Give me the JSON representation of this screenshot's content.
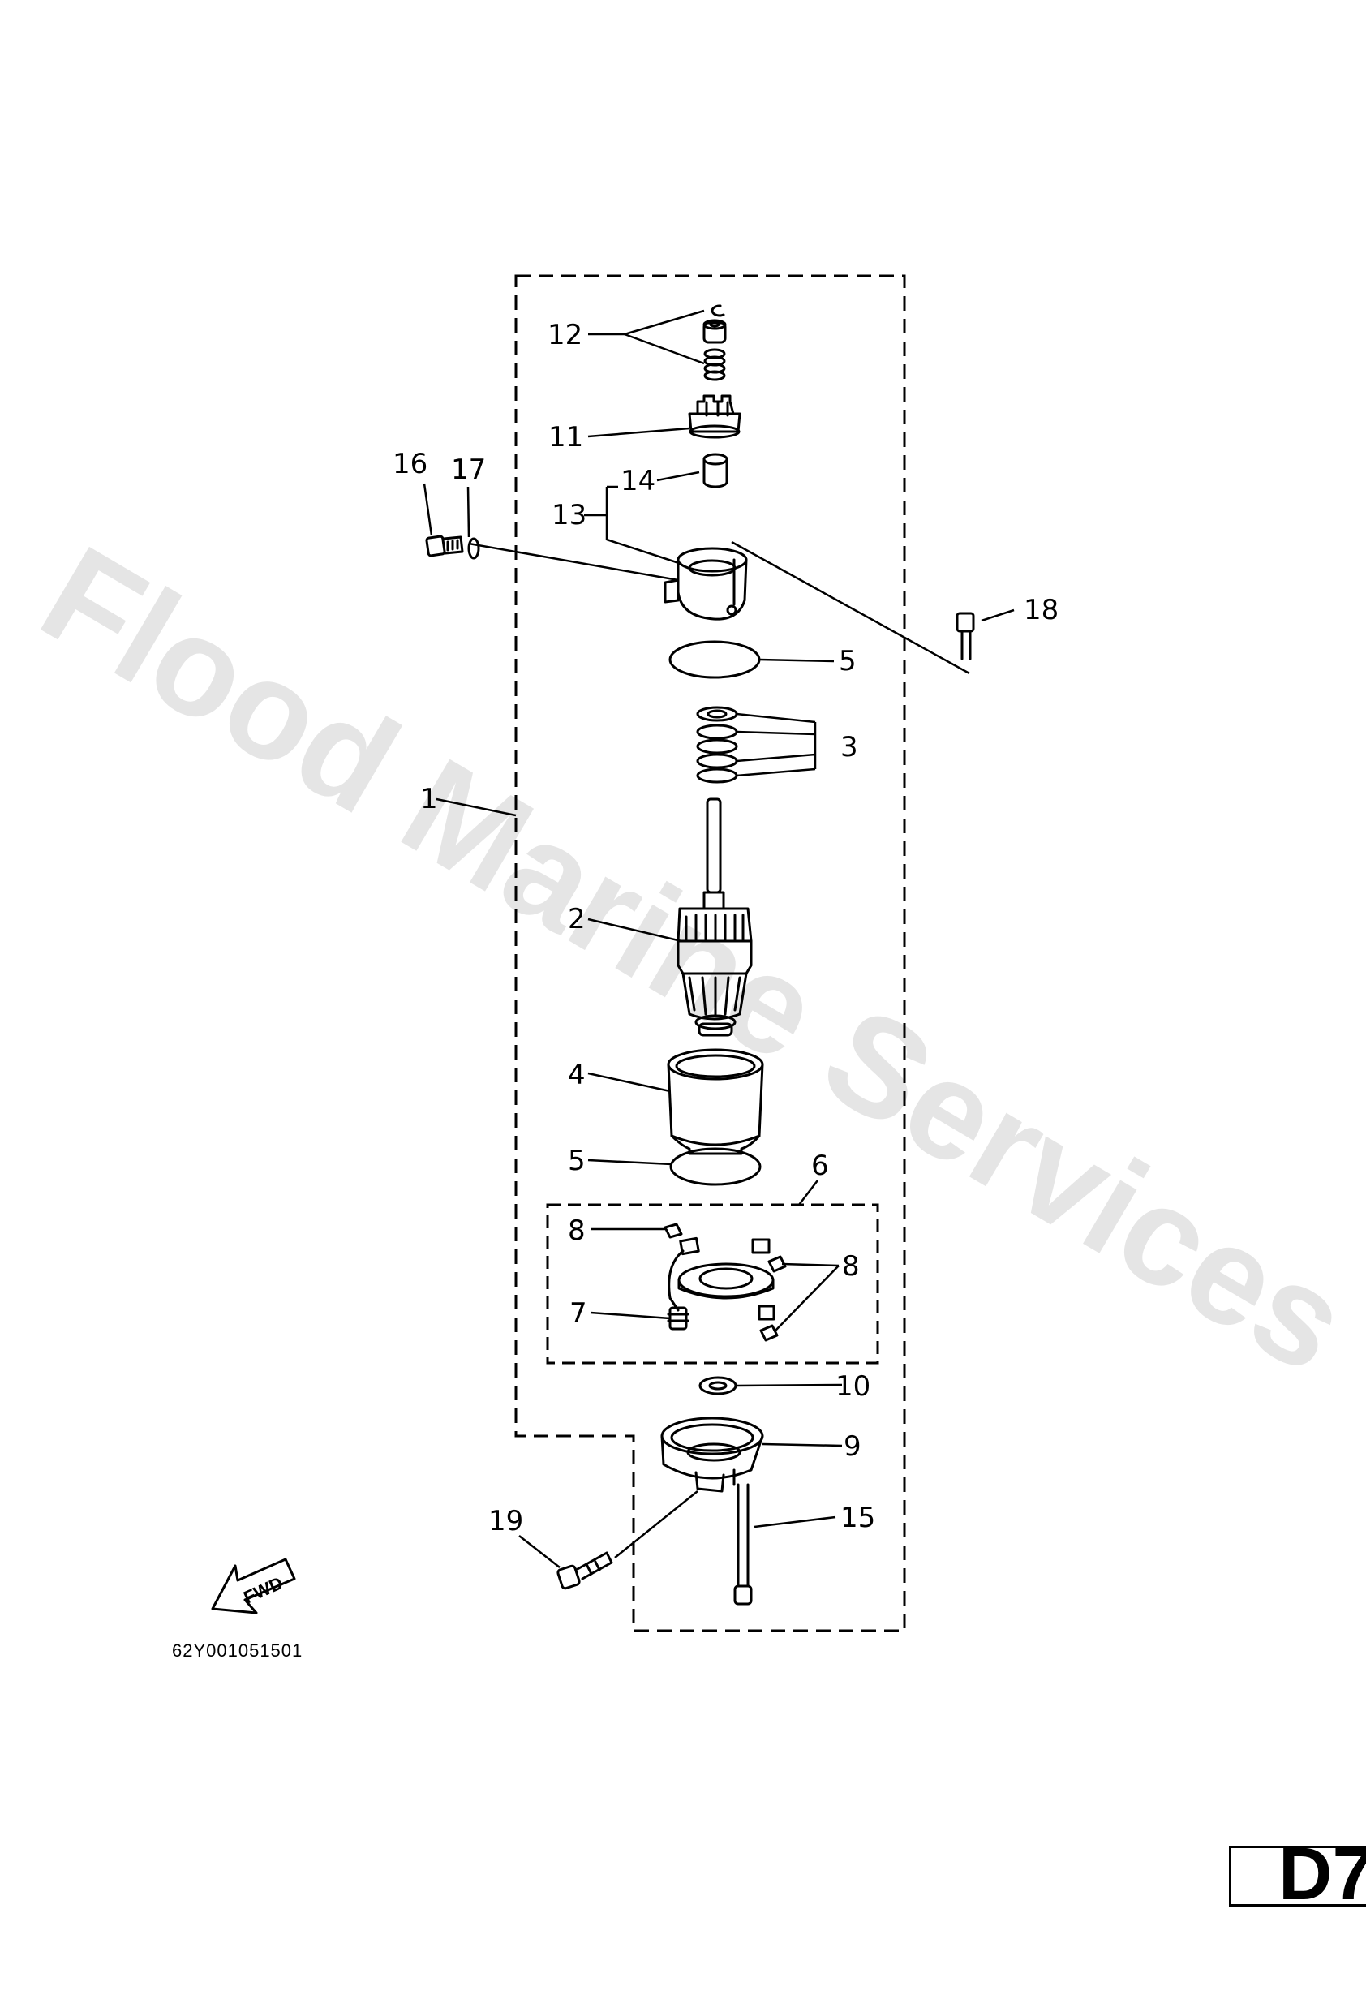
{
  "watermark": "Flood Marine Services",
  "diagram_code": "62Y001051501",
  "page_tag": "D7",
  "fwd_label": "FWD",
  "callouts": {
    "c1": "1",
    "c2": "2",
    "c3": "3",
    "c4": "4",
    "c5a": "5",
    "c5b": "5",
    "c6": "6",
    "c7": "7",
    "c8a": "8",
    "c8b": "8",
    "c9": "9",
    "c10": "10",
    "c11": "11",
    "c12": "12",
    "c13": "13",
    "c14": "14",
    "c15": "15",
    "c16": "16",
    "c17": "17",
    "c18": "18",
    "c19": "19"
  }
}
